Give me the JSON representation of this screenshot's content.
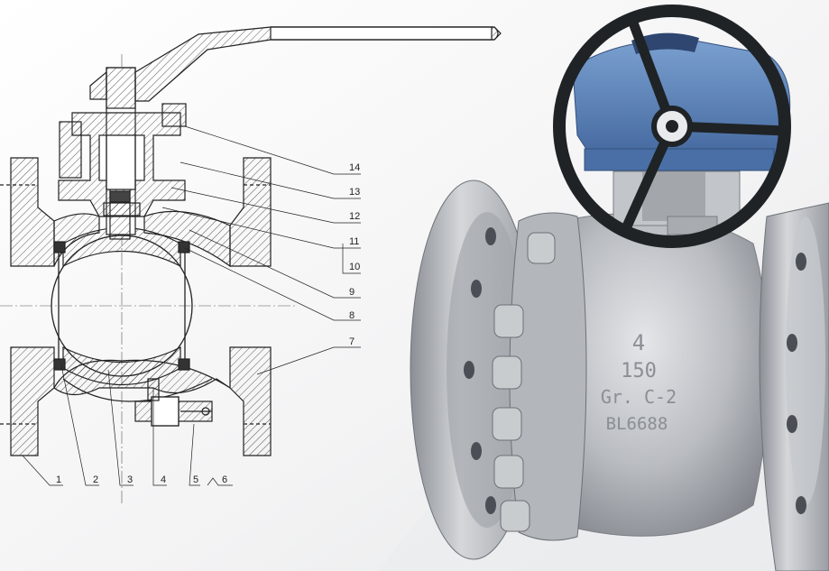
{
  "drawing": {
    "callouts": [
      "1",
      "2",
      "3",
      "4",
      "5",
      "6",
      "7",
      "8",
      "9",
      "10",
      "11",
      "12",
      "13",
      "14"
    ]
  },
  "product": {
    "body_markings": [
      "4",
      "150",
      "Gr. C-2",
      "BL6688"
    ],
    "colors": {
      "body_metal": "#b9bcc1",
      "gearbox": "#5a82b8",
      "handwheel": "#1f2326"
    }
  }
}
